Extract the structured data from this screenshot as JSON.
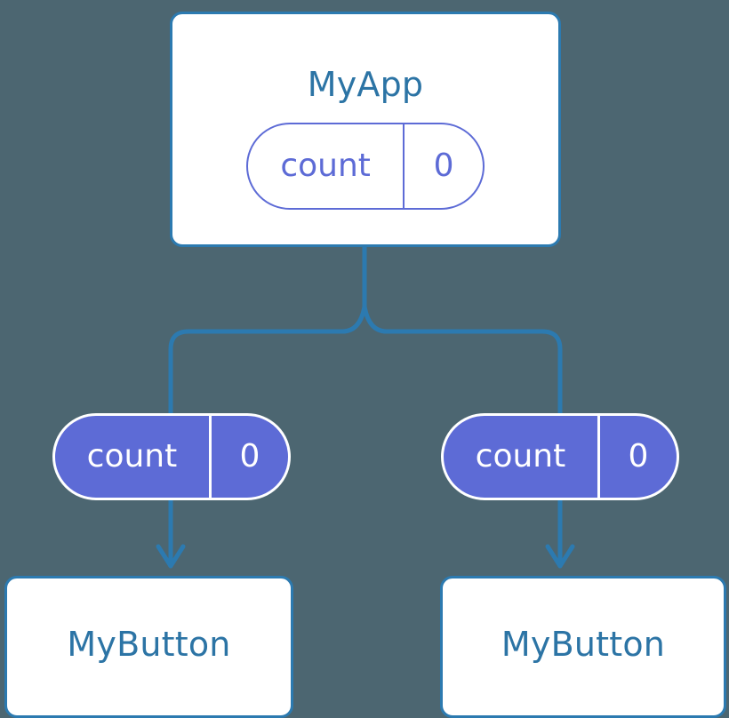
{
  "theme": {
    "background": "#4c6671",
    "wire_color": "#2c7ab0",
    "card_border": "#2c7ab0",
    "card_fill": "#ffffff",
    "title_text": "#2c74a5",
    "pill_accent": "#5d6bd6",
    "pill_text_on_fill": "#ffffff"
  },
  "root": {
    "title": "MyApp",
    "state": {
      "key": "count",
      "value": "0"
    }
  },
  "children": [
    {
      "prop": {
        "key": "count",
        "value": "0"
      },
      "title": "MyButton"
    },
    {
      "prop": {
        "key": "count",
        "value": "0"
      },
      "title": "MyButton"
    }
  ]
}
